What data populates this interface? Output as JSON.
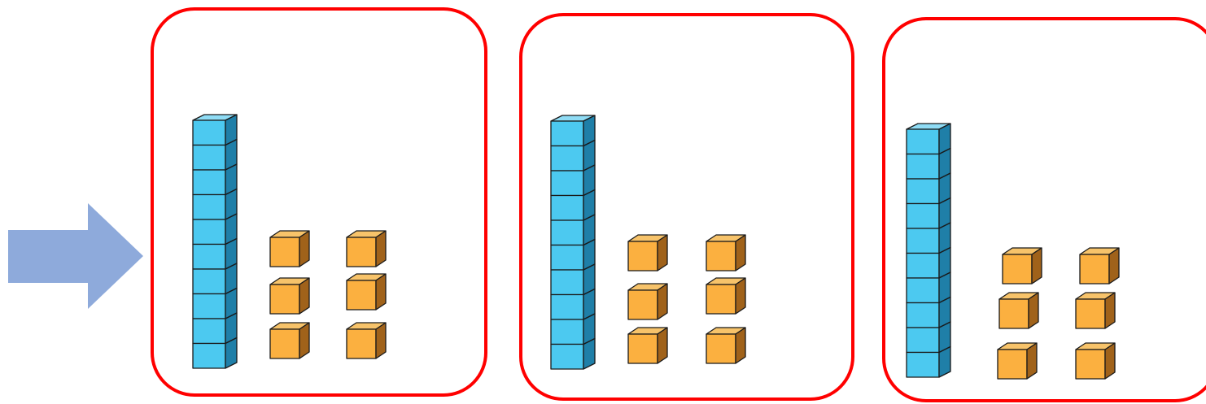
{
  "arrow": {
    "icon": "right-arrow-icon",
    "color": "#8eaadb"
  },
  "frame_color": "#ff0000",
  "colors": {
    "ten_front": "#4cc9f0",
    "ten_side": "#1f7fa8",
    "ten_top": "#8fdcf5",
    "unit_front": "#fbb040",
    "unit_side": "#a0621a",
    "unit_top": "#f7c36a",
    "outline": "#1a1a1a"
  },
  "groups": [
    {
      "tens": 1,
      "ones": 6
    },
    {
      "tens": 1,
      "ones": 6
    },
    {
      "tens": 1,
      "ones": 6
    }
  ]
}
